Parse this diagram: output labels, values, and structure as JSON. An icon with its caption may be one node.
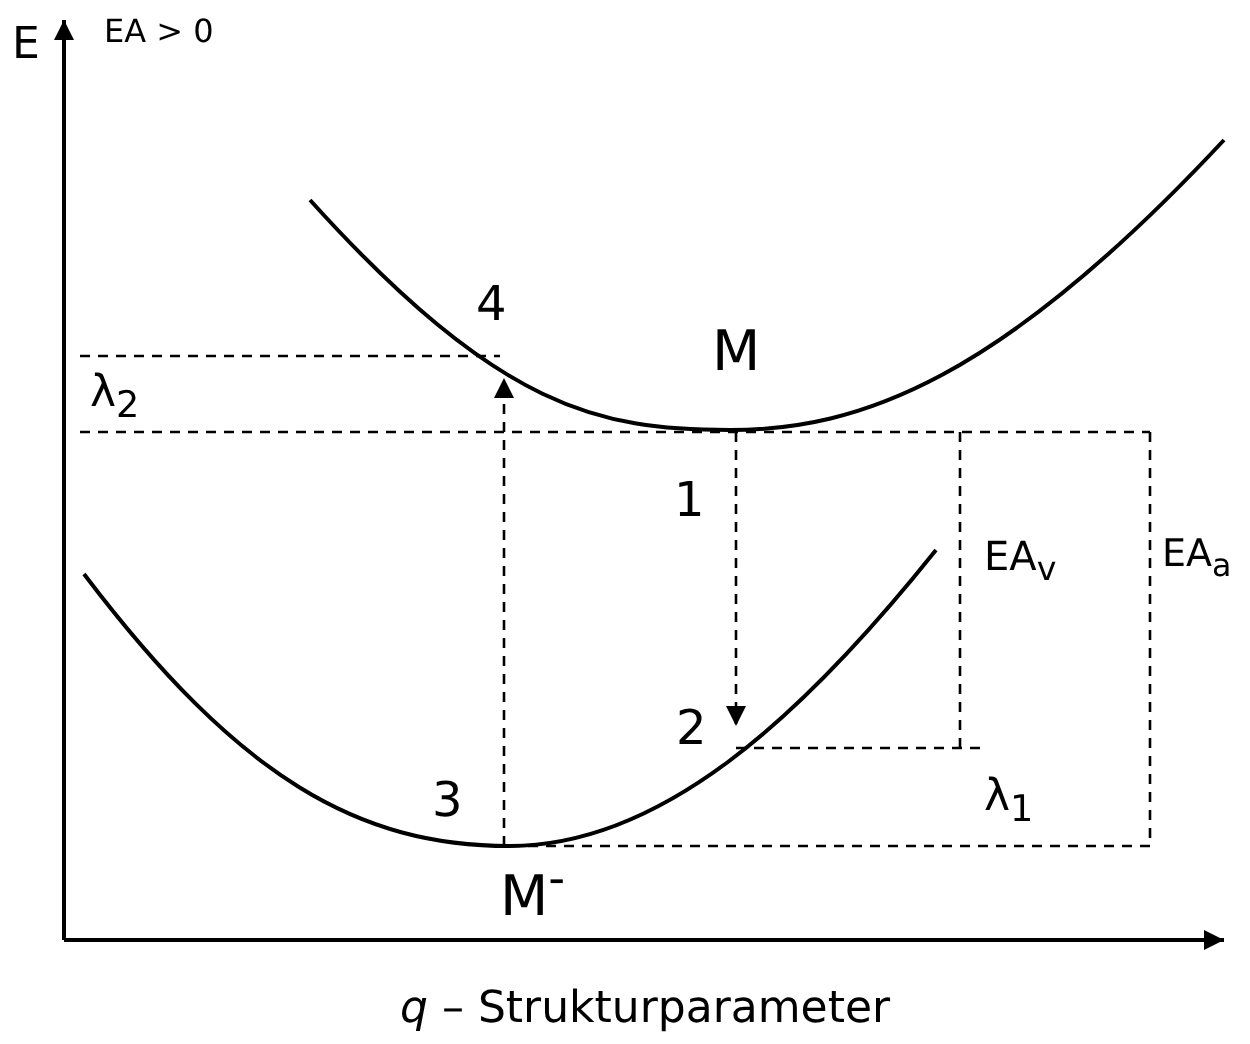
{
  "diagram": {
    "labels": [
      "E",
      "EA > 0",
      "4",
      "M",
      "λ$_{2}$",
      "1",
      "EA$_{v}$",
      "EA$_{a}$",
      "2",
      "λ$_{1}$",
      "3",
      "M$^{-}$",
      "*q* – Strukturparameter"
    ]
  }
}
